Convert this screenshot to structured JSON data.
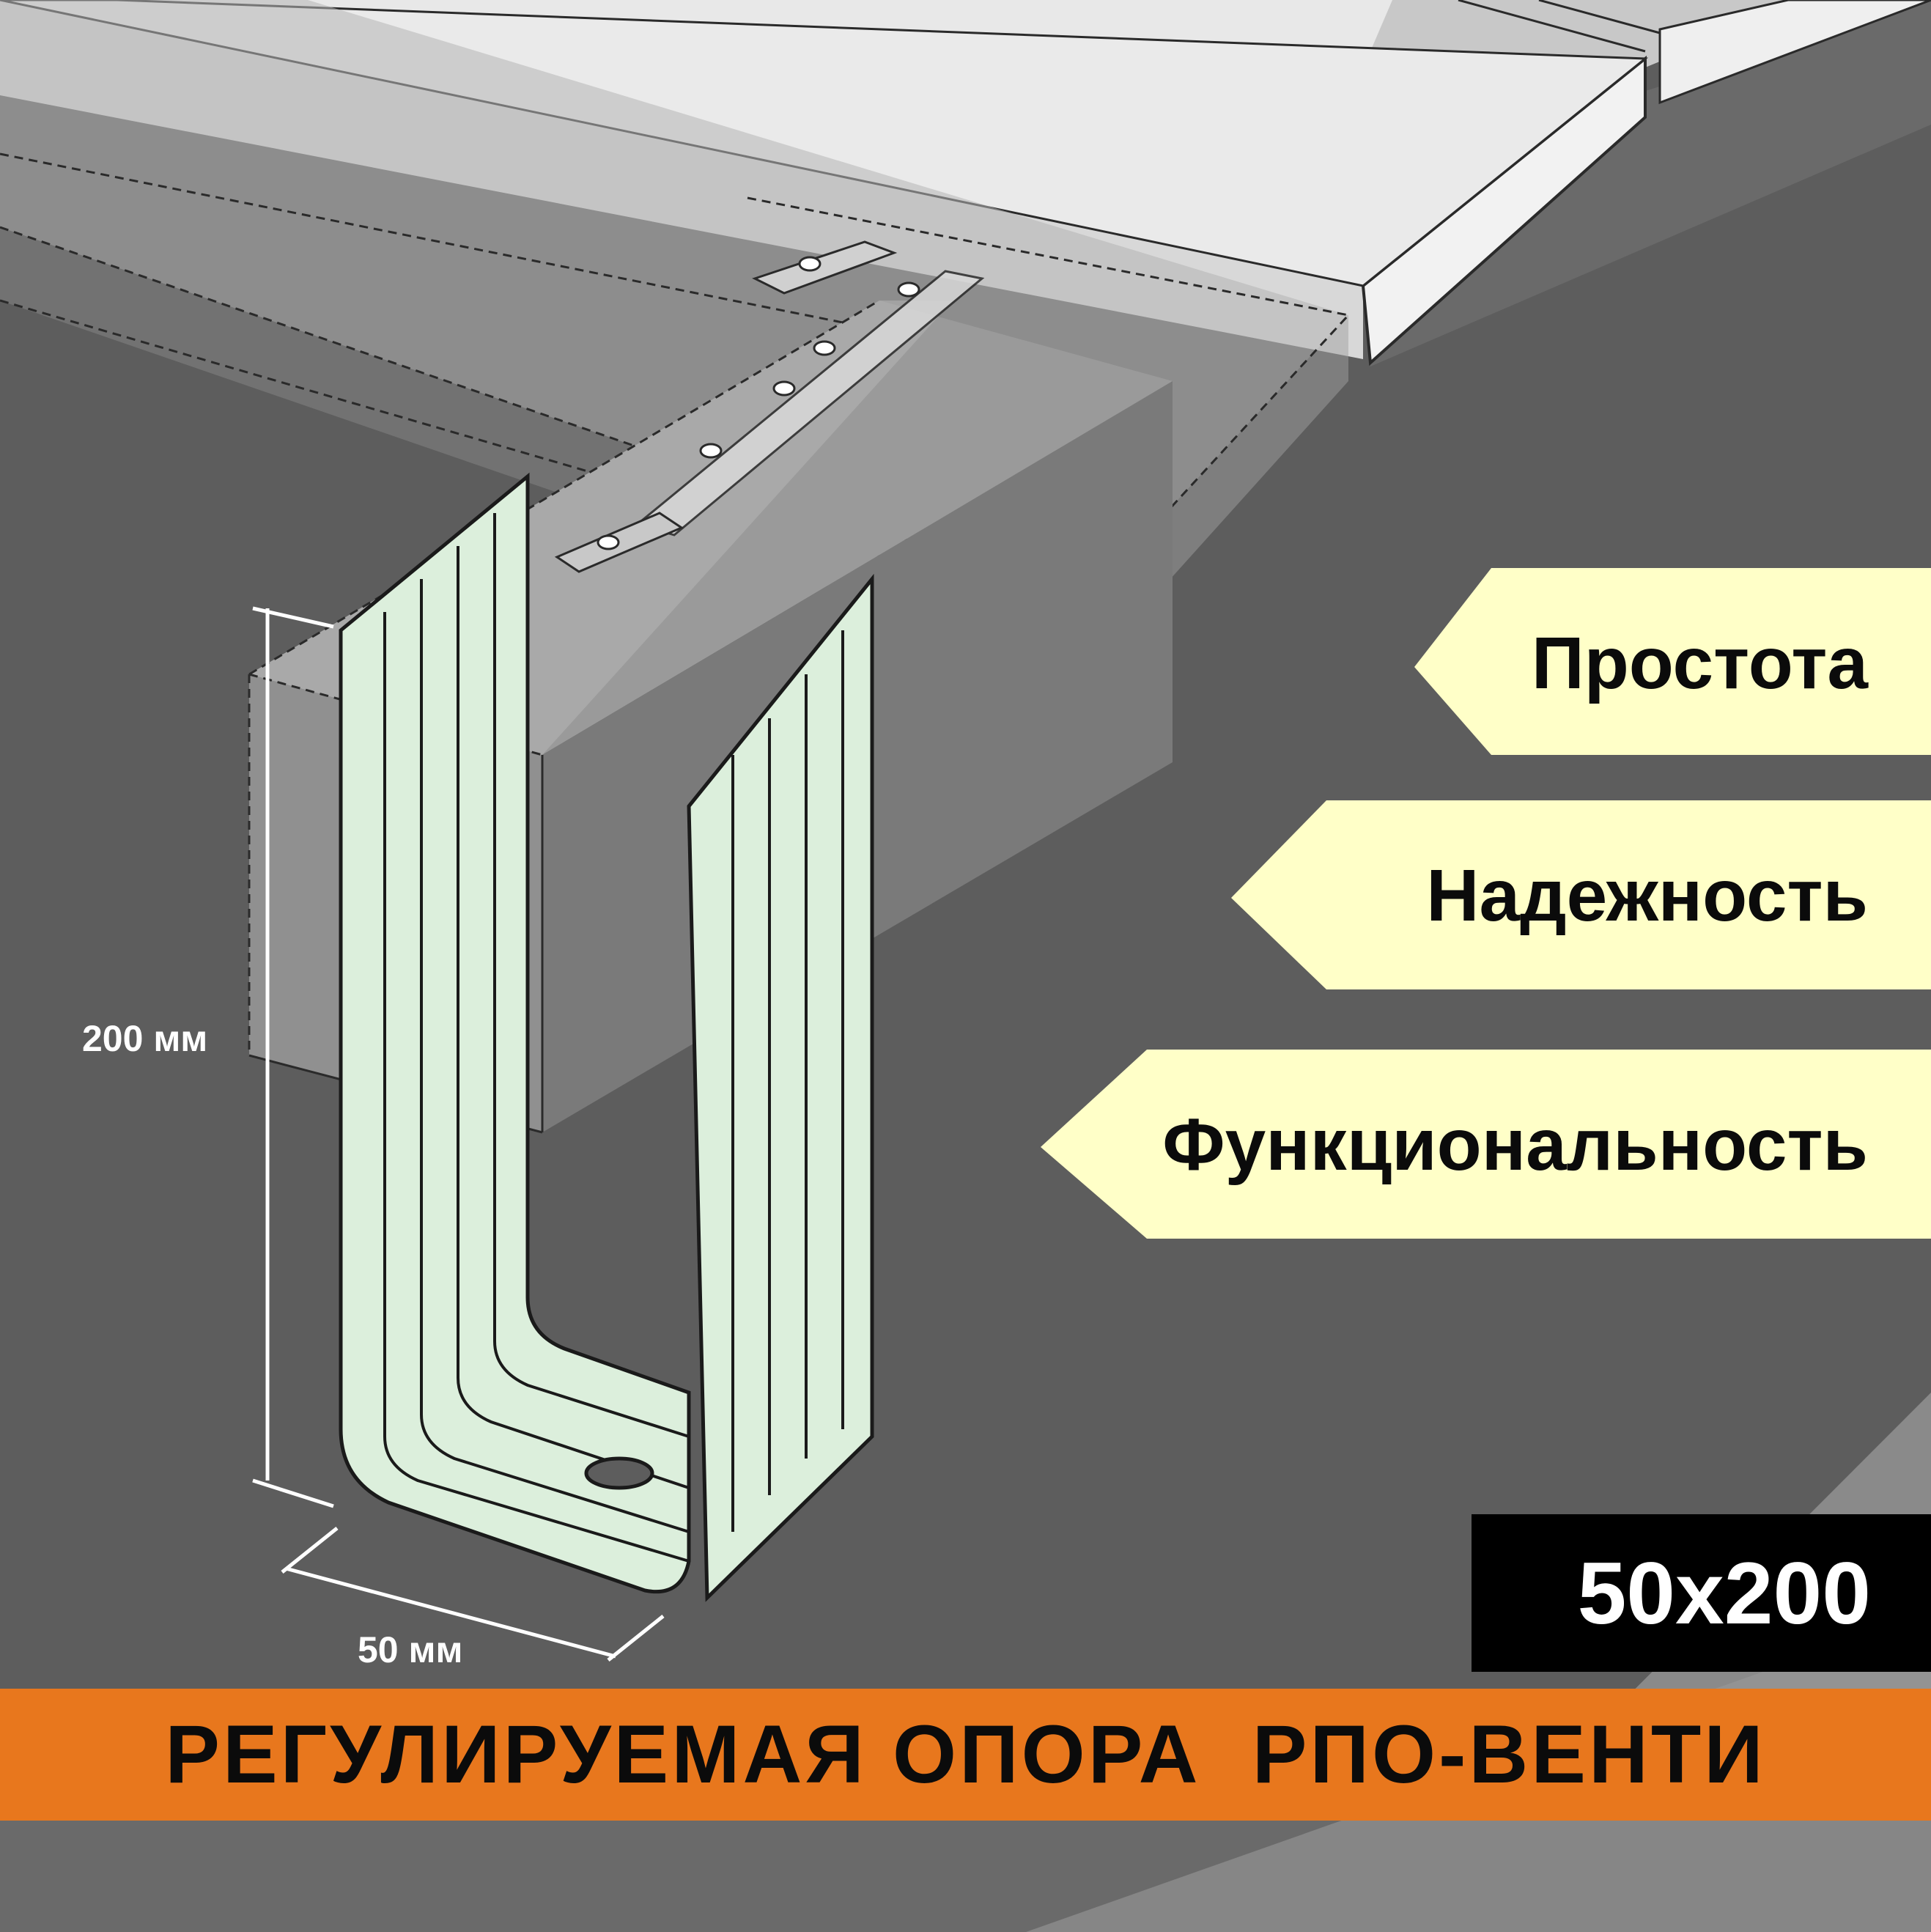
{
  "features": [
    "Простота",
    "Надежность",
    "Функциональность"
  ],
  "dimensions": {
    "height_label": "200 мм",
    "width_label": "50 мм"
  },
  "size_badge": "50x200",
  "banner_title": "РЕГУЛИРУЕМАЯ ОПОРА  РПО-ВЕНТИ",
  "colors": {
    "background": "#5d5d5d",
    "tag": "#ffffc8",
    "banner": "#e8771d",
    "bracket": "#dcefdc",
    "badge": "#000000"
  }
}
